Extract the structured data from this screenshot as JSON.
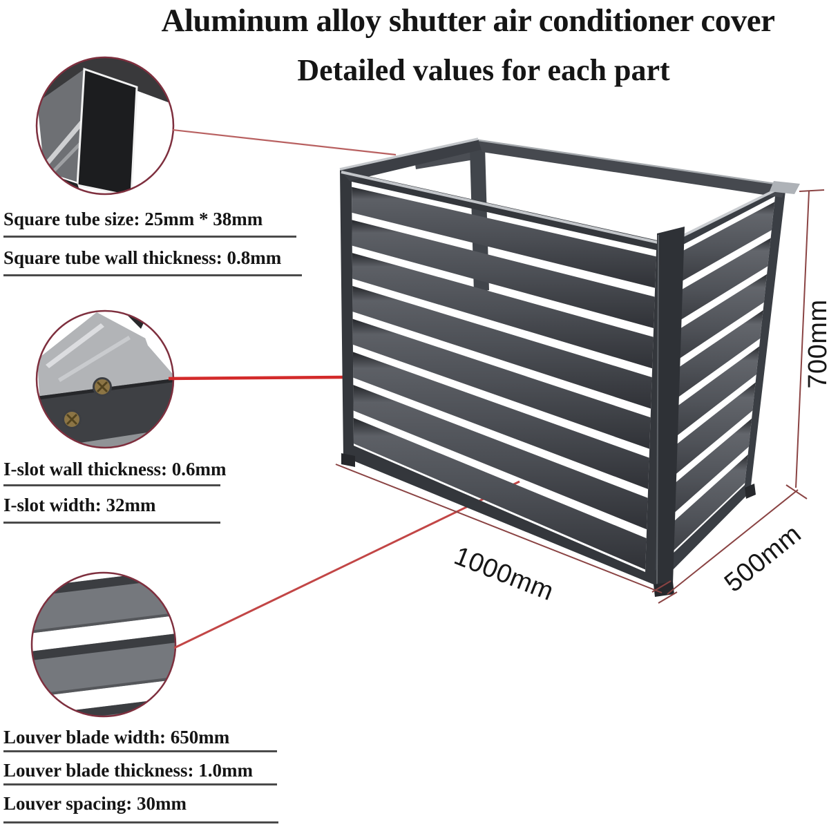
{
  "title": {
    "line1": "Aluminum alloy shutter air conditioner cover",
    "line2": "Detailed values for each part"
  },
  "callouts": {
    "square_tube": {
      "detail": "square tube cross-section close-up",
      "labels": [
        "Square tube size: 25mm * 38mm",
        "Square tube wall thickness: 0.8mm"
      ]
    },
    "i_slot": {
      "detail": "I-slot profile with screws close-up",
      "labels": [
        "I-slot wall thickness: 0.6mm",
        "I-slot width: 32mm"
      ]
    },
    "louver": {
      "detail": "louver blades close-up",
      "labels": [
        "Louver blade width: 650mm",
        "Louver blade thickness: 1.0mm",
        "Louver spacing: 30mm"
      ]
    }
  },
  "dimensions": {
    "width": "1000mm",
    "depth": "500mm",
    "height": "700mm"
  },
  "colors": {
    "background": "#ffffff",
    "text": "#151515",
    "underline": "#4a4a4a",
    "callout_circle_border": "#7e2f3e",
    "callout_line_top": "#b86060",
    "callout_line_middle": "#d32a2a",
    "callout_line_bottom": "#c24646",
    "dimension_line": "#8a4343",
    "frame": "#34373c",
    "frame_right": "#3a3e44",
    "louver_dark": "#303237",
    "louver_light": "#5d6066"
  }
}
